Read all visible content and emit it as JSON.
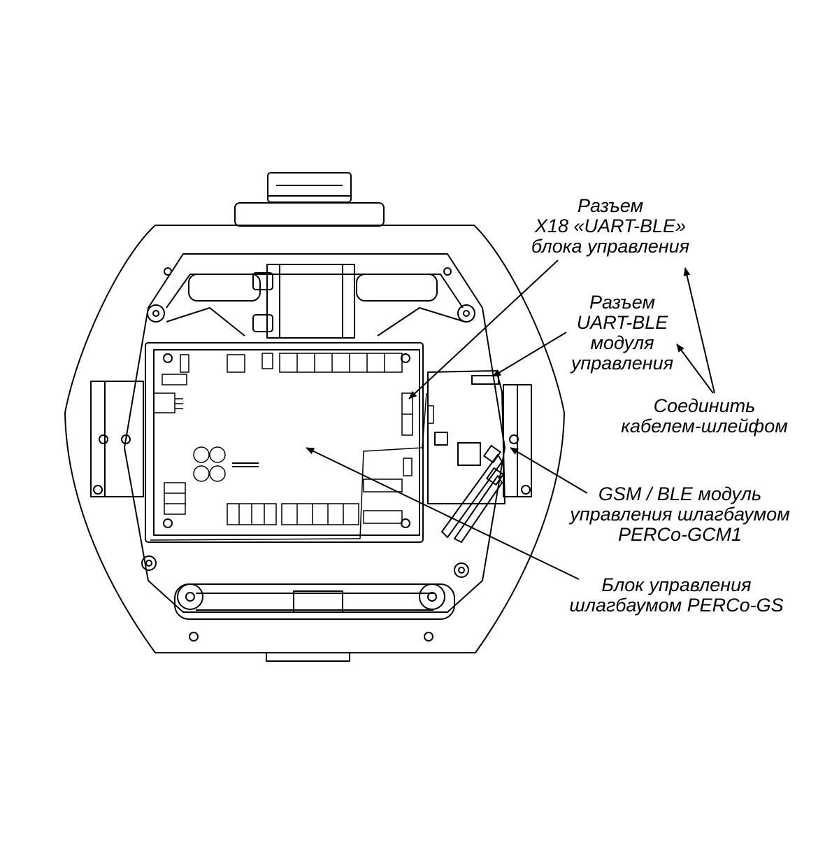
{
  "labels": {
    "x18_connector": [
      "Разъем",
      "X18 «UART-BLE»",
      "блока управления"
    ],
    "uart_ble_connector": [
      "Разъем",
      "UART-BLE",
      "модуля",
      "управления"
    ],
    "connect_cable": [
      "Соединить",
      "кабелем-шлейфом"
    ],
    "gsm_module": [
      "GSM / BLE модуль",
      "управления шлагбаумом",
      "PERCo-GCM1"
    ],
    "control_unit": [
      "Блок управления",
      "шлагбаумом PERCo-GS"
    ]
  }
}
